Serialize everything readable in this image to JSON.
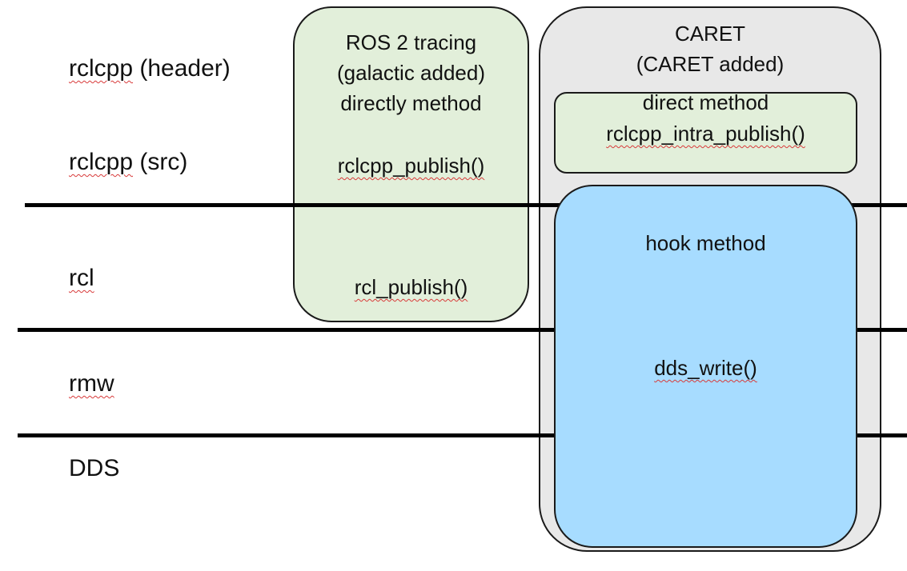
{
  "layers": [
    {
      "name": "rclcpp",
      "suffix": "(header)"
    },
    {
      "name": "rclcpp",
      "suffix": "(src)"
    },
    {
      "name": "rcl",
      "suffix": ""
    },
    {
      "name": "rmw",
      "suffix": ""
    },
    {
      "name": "DDS",
      "suffix": ""
    }
  ],
  "ros2_tracing": {
    "title_lines": [
      "ROS 2 tracing",
      "(galactic added)",
      "directly method"
    ],
    "rclcpp_func": "rclcpp_publish()",
    "rcl_func": "rcl_publish()"
  },
  "caret": {
    "title_lines": [
      "CARET",
      "(CARET added)"
    ],
    "direct": {
      "title": "direct method",
      "func": "rclcpp_intra_publish()"
    },
    "hook": {
      "title": "hook method",
      "func": "dds_write()"
    }
  },
  "colors": {
    "green_fill": "#e2efda",
    "gray_fill": "#e8e8e8",
    "blue_fill": "#a7dcff"
  }
}
